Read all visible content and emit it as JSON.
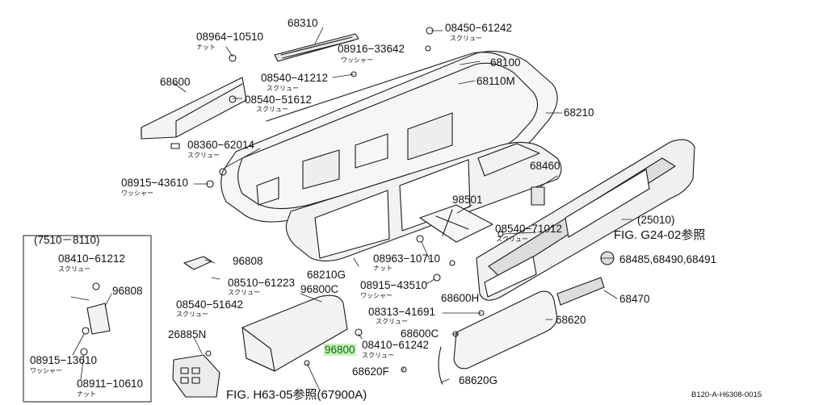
{
  "diagram": {
    "drawing_code": "B120-A-H6308-0015",
    "highlight_color": "#c8f0b4",
    "inset": {
      "range": "(7510－8110)",
      "labels": {
        "screw": "08410−61212",
        "screw_sub": "スクリュー",
        "bracket": "96808",
        "washer": "08915−13610",
        "washer_sub": "ワッシャー",
        "nut": "08911−10610",
        "nut_sub": "ナット"
      }
    },
    "labels": {
      "p68310": "68310",
      "p08964": "08964−10510",
      "p08964_sub": "ナット",
      "p08450": "08450−61242",
      "p08450_sub": "スクリュー",
      "p08916": "08916−33642",
      "p08916_sub": "ワッシャー",
      "p68100": "68100",
      "p68600": "68600",
      "p08540a": "08540−41212",
      "p08540a_sub": "スクリュー",
      "p68110m": "68110M",
      "p08540b": "08540−51612",
      "p08540b_sub": "スクリュー",
      "p68210": "68210",
      "p08360": "08360−62014",
      "p08360_sub": "スクリュー",
      "p08915a": "08915−43610",
      "p08915a_sub": "ワッシャー",
      "p68460": "68460",
      "p98501": "98501",
      "p25010": "(25010)",
      "p08540c": "08540−71012",
      "p08540c_sub": "スクリュー",
      "fig_g24": "FIG. G24-02参照",
      "p08963": "08963−10710",
      "p08963_sub": "ナット",
      "p96808": "96808",
      "p68210g": "68210G",
      "p68485": "68485,68490,68491",
      "p08510": "08510−61223",
      "p08510_sub": "スクリュー",
      "p96800c": "96800C",
      "p08915b": "08915−43510",
      "p08915b_sub": "ワッシャー",
      "p68600h": "68600H",
      "p08540d": "08540−51642",
      "p08540d_sub": "スクリュー",
      "p68470": "68470",
      "p08313": "08313−41691",
      "p08313_sub": "スクリュー",
      "p68620": "68620",
      "p26885n": "26885N",
      "p68600c": "68600C",
      "p96800": "96800",
      "p08410": "08410−61242",
      "p08410_sub": "スクリュー",
      "p68620f": "68620F",
      "p68620g": "68620G",
      "fig_h63": "FIG. H63-05参照(67900A)"
    }
  }
}
